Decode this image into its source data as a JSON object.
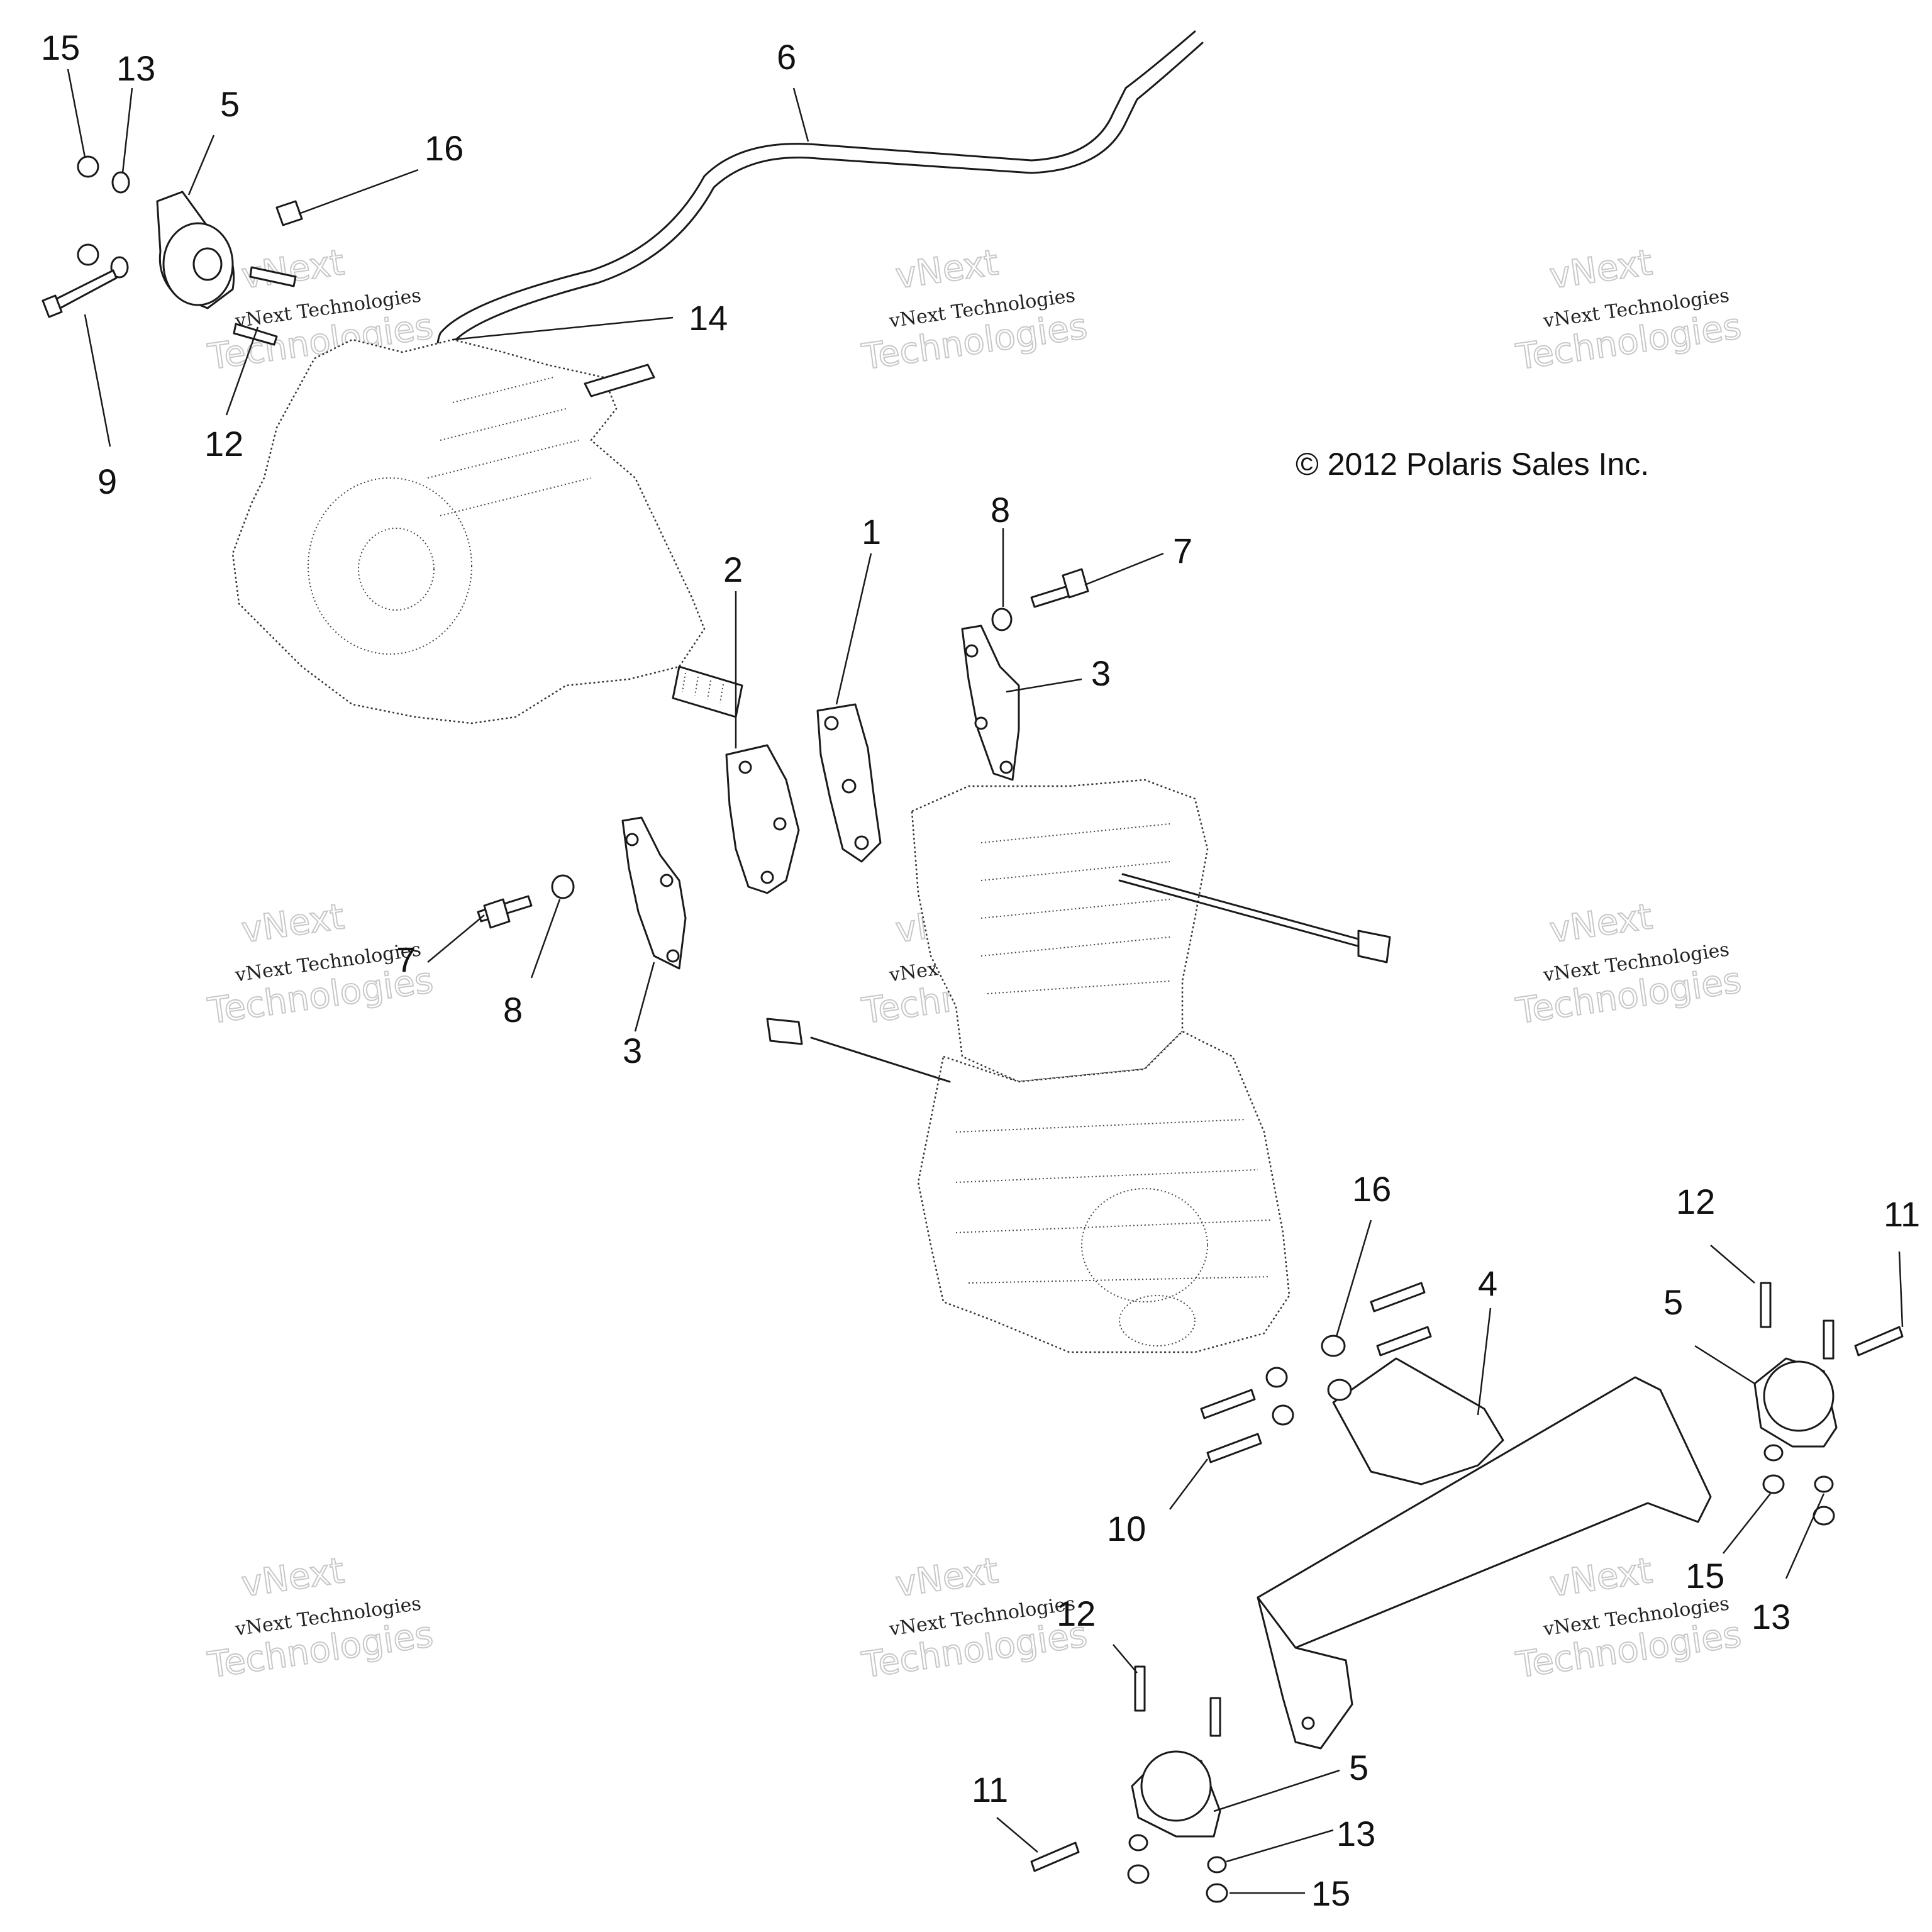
{
  "diagram": {
    "copyright": "© 2012 Polaris Sales Inc.",
    "watermark": {
      "line1": "vNext Technologies",
      "big_line1": "vNext",
      "big_line2": "Technologies"
    },
    "callouts": [
      {
        "id": "c15a",
        "label": "15"
      },
      {
        "id": "c13a",
        "label": "13"
      },
      {
        "id": "c5a",
        "label": "5"
      },
      {
        "id": "c16a",
        "label": "16"
      },
      {
        "id": "c6",
        "label": "6"
      },
      {
        "id": "c14",
        "label": "14"
      },
      {
        "id": "c12a",
        "label": "12"
      },
      {
        "id": "c9",
        "label": "9"
      },
      {
        "id": "c8a",
        "label": "8"
      },
      {
        "id": "c7a",
        "label": "7"
      },
      {
        "id": "c1",
        "label": "1"
      },
      {
        "id": "c2",
        "label": "2"
      },
      {
        "id": "c3a",
        "label": "3"
      },
      {
        "id": "c7b",
        "label": "7"
      },
      {
        "id": "c8b",
        "label": "8"
      },
      {
        "id": "c3b",
        "label": "3"
      },
      {
        "id": "c16b",
        "label": "16"
      },
      {
        "id": "c4",
        "label": "4"
      },
      {
        "id": "c12b",
        "label": "12"
      },
      {
        "id": "c11a",
        "label": "11"
      },
      {
        "id": "c5b",
        "label": "5"
      },
      {
        "id": "c10",
        "label": "10"
      },
      {
        "id": "c15b",
        "label": "15"
      },
      {
        "id": "c13b",
        "label": "13"
      },
      {
        "id": "c12c",
        "label": "12"
      },
      {
        "id": "c11b",
        "label": "11"
      },
      {
        "id": "c5c",
        "label": "5"
      },
      {
        "id": "c13c",
        "label": "13"
      },
      {
        "id": "c15c",
        "label": "15"
      }
    ]
  }
}
